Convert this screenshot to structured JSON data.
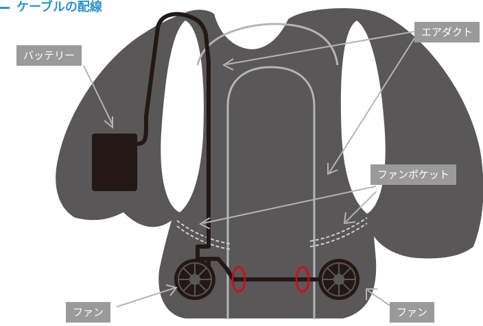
{
  "title": "ケーブルの配線",
  "labels": {
    "battery": "バッテリー",
    "air_duct": "エアダクト",
    "fan_pocket": "ファンポケット",
    "fan_left": "ファン",
    "fan_right": "ファン"
  },
  "colors": {
    "title": "#2a93c9",
    "vest": "#595757",
    "cable": "#231815",
    "duct_outline": "#b5b5b5",
    "label_bg": "#9a9a9a",
    "connector": "#e60012"
  }
}
